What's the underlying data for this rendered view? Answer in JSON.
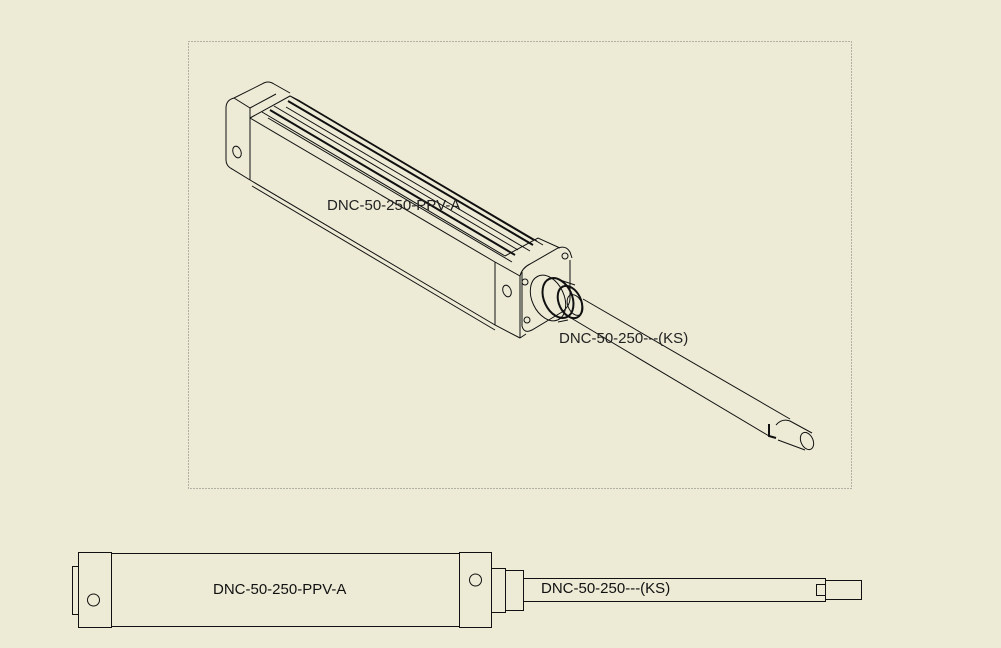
{
  "iso_view": {
    "body_label": "DNC-50-250-PPV-A",
    "rod_label": "DNC-50-250---(KS)"
  },
  "side_view": {
    "body_label": "DNC-50-250-PPV-A",
    "rod_label": "DNC-50-250---(KS)"
  },
  "colors": {
    "background": "#edebd6",
    "line": "#111111"
  }
}
